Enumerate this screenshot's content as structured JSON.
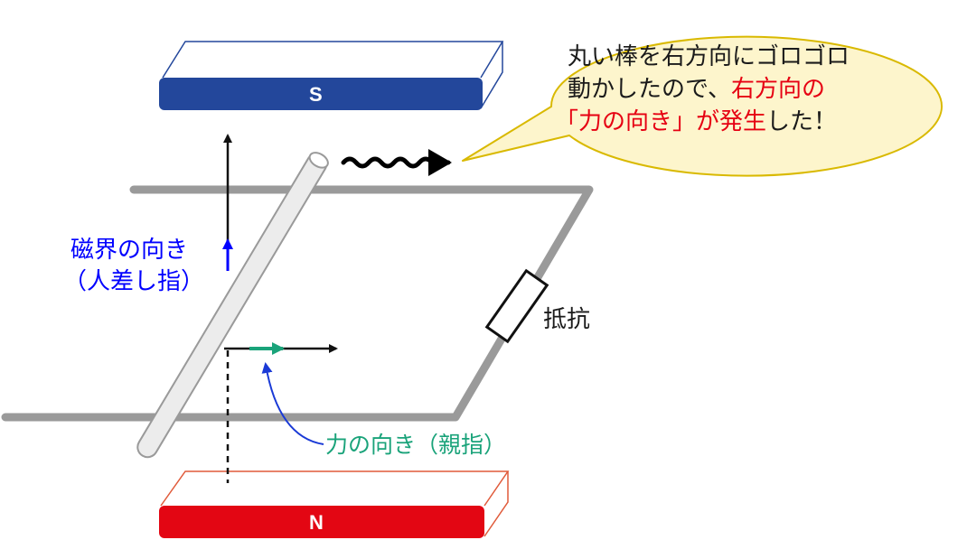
{
  "colors": {
    "magnet_s": "#23479b",
    "magnet_n": "#e30613",
    "rail": "#9a9a9a",
    "rod_fill": "#ececec",
    "field_arrow": "#0000ff",
    "force_arrow": "#1aa37a",
    "callout_fill": "#fdf5cc",
    "callout_stroke": "#d9b900",
    "emphasis": "#e60012"
  },
  "magnets": {
    "top": {
      "letter": "S"
    },
    "bottom": {
      "letter": "N"
    }
  },
  "labels": {
    "field_line1": "磁界の向き",
    "field_line2": "（人差し指）",
    "resistor": "抵抗",
    "force": "力の向き（親指）"
  },
  "callout": {
    "line1": "丸い棒を右方向にゴロゴロ",
    "line2_plain": "動かしたので、",
    "line2_red": "右方向の",
    "line3_red": "「力の向き」が発生",
    "line3_plain": "した！"
  },
  "icons": [
    "wavy-motion-arrow-icon",
    "field-arrow-icon",
    "force-arrow-icon"
  ]
}
